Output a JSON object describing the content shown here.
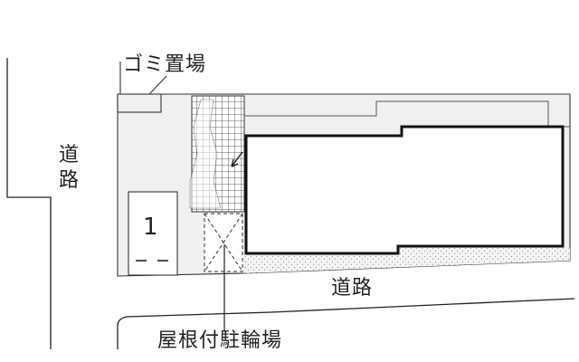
{
  "labels": {
    "garbage_area": "ゴミ置場",
    "road_left": "道路",
    "road_bottom": "道路",
    "bicycle_parking": "屋根付駐輪場",
    "parking_space_number": "1"
  },
  "colors": {
    "line": "#222222",
    "lot_fill": "#f0f0f0",
    "gravel_dot": "#8a8a8a",
    "building_fill": "#ffffff"
  }
}
